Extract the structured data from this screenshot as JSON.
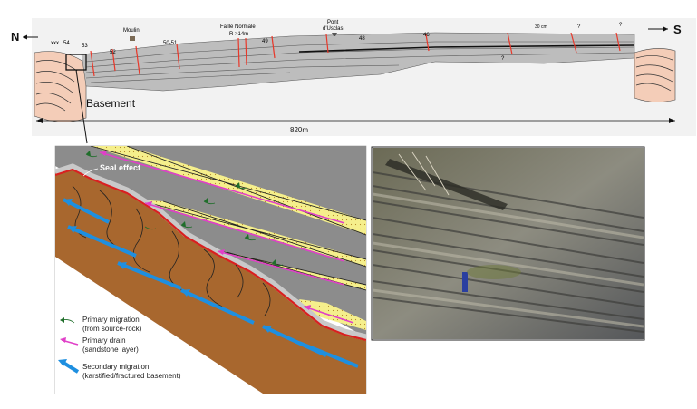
{
  "cross_section": {
    "north": "N",
    "south": "S",
    "basement_label": "Basement",
    "distance_label": "820m",
    "labels": [
      {
        "id": "xxx",
        "text": "xxx"
      },
      {
        "id": "l54",
        "text": "54"
      },
      {
        "id": "l53",
        "text": "53"
      },
      {
        "id": "l52",
        "text": "52"
      },
      {
        "id": "moulin",
        "text": "Moulin"
      },
      {
        "id": "l5051",
        "text": "50-51"
      },
      {
        "id": "faille1",
        "text": "Faille Normale"
      },
      {
        "id": "faille2",
        "text": "R >14m"
      },
      {
        "id": "l49",
        "text": "49"
      },
      {
        "id": "pont1",
        "text": "Pont"
      },
      {
        "id": "pont2",
        "text": "d'Usclas"
      },
      {
        "id": "l48",
        "text": "48"
      },
      {
        "id": "l46",
        "text": "46"
      },
      {
        "id": "cm30",
        "text": "30 cm"
      },
      {
        "id": "q1",
        "text": "?"
      },
      {
        "id": "q2",
        "text": "?"
      },
      {
        "id": "q3",
        "text": "?"
      }
    ]
  },
  "detail": {
    "seal_label": "Seal effect",
    "legend": [
      {
        "line1": "Primary migration",
        "line2": "(from source-rock)",
        "color": "#1f6e2a"
      },
      {
        "line1": "Primary drain",
        "line2": "(sandstone layer)",
        "color": "#e040c8"
      },
      {
        "line1": "Secondary migration",
        "line2": "(karstified/fractured basement)",
        "color": "#1e8fe0"
      }
    ]
  },
  "colors": {
    "basement": "#a8672e",
    "shale": "#8c8c8c",
    "sandstone": "#f5ef8c",
    "fault": "#e8382a",
    "seal": "#d92020"
  }
}
